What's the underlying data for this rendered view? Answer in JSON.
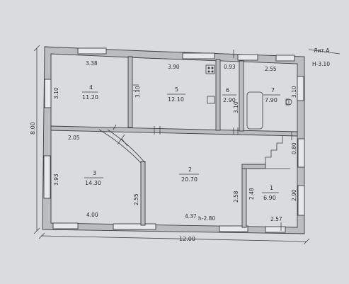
{
  "header": {
    "liter": "Лит.А",
    "height": "H-3.10"
  },
  "overall": {
    "width": "12.00",
    "depth": "8.00"
  },
  "rooms": [
    {
      "id": "4",
      "area": "11.20",
      "width": "3.38",
      "depth": "3.10"
    },
    {
      "id": "5",
      "area": "12.10",
      "width": "3.90",
      "depth": "3.10"
    },
    {
      "id": "6",
      "area": "2.90",
      "width": "0.93",
      "depth": "3.10"
    },
    {
      "id": "7",
      "area": "7.90",
      "width": "2.55",
      "depth": "3.10"
    },
    {
      "id": "3",
      "area": "14.30",
      "width": "4.00",
      "depth": "3.93"
    },
    {
      "id": "2",
      "area": "20.70",
      "width": "4.37",
      "depth": "2.55"
    },
    {
      "id": "1",
      "area": "6.90",
      "width": "2.57",
      "depth": "2.90"
    }
  ],
  "dims": {
    "corridor_top": "2.05",
    "room2_right_wall": "2.58",
    "room1_left": "2.48",
    "stair_depth": "0.80",
    "room2_height": "h-2.80"
  }
}
